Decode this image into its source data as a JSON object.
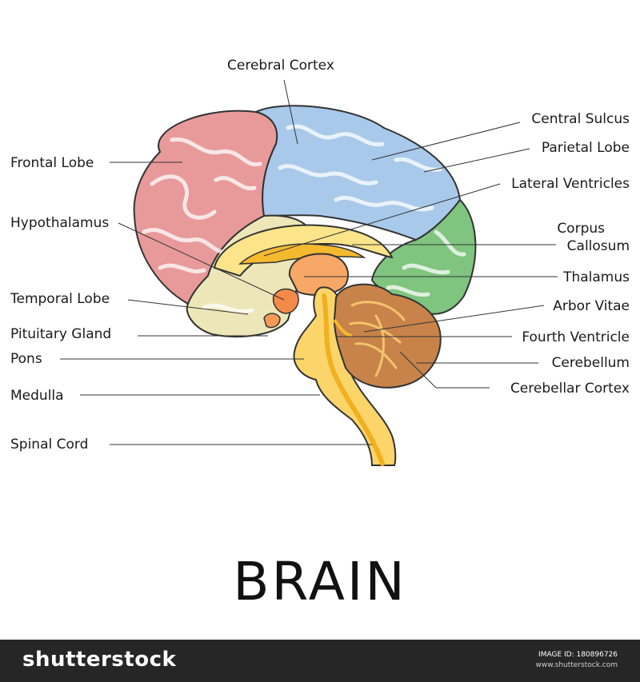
{
  "diagram": {
    "title": "BRAIN",
    "labels": {
      "cerebral_cortex": "Cerebral Cortex",
      "frontal_lobe": "Frontal Lobe",
      "hypothalamus": "Hypothalamus",
      "temporal_lobe": "Temporal Lobe",
      "pituitary_gland": "Pituitary Gland",
      "pons": "Pons",
      "medulla": "Medulla",
      "spinal_cord": "Spinal Cord",
      "central_sulcus": "Central Sulcus",
      "parietal_lobe": "Parietal Lobe",
      "lateral_ventricles": "Lateral Ventricles",
      "corpus_callosum_line1": "Corpus",
      "corpus_callosum_line2": "Callosum",
      "thalamus": "Thalamus",
      "arbor_vitae": "Arbor Vitae",
      "fourth_ventricle": "Fourth Ventricle",
      "cerebellum": "Cerebellum",
      "cerebellar_cortex": "Cerebellar Cortex"
    },
    "colors": {
      "frontal_lobe": "#e89a9a",
      "parietal_lobe": "#a9c9ea",
      "occipital_lobe": "#7fc47f",
      "temporal_lobe": "#ede6b8",
      "brainstem": "#fbd56a",
      "corpus_callosum": "#fbe48a",
      "thalamus": "#f7a766",
      "cerebellum": "#c7834a",
      "outline": "#333333"
    }
  },
  "footer": {
    "brand": "shutterstock",
    "image_id": "IMAGE ID: 180896726",
    "site": "www.shutterstock.com"
  }
}
